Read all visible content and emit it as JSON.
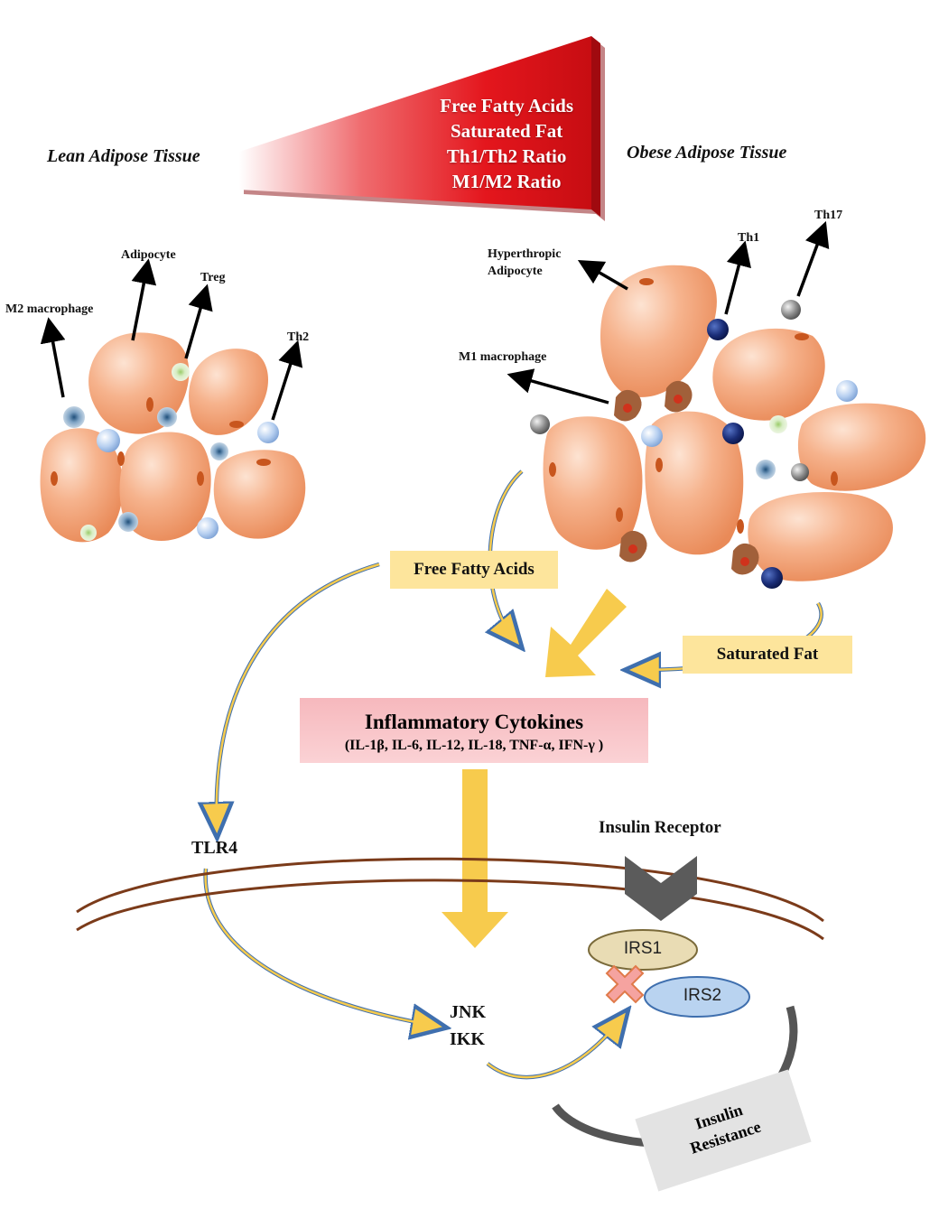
{
  "header": {
    "lean_label": "Lean Adipose Tissue",
    "obese_label": "Obese Adipose Tissue",
    "gradient_lines": [
      "Free Fatty Acids",
      "Saturated Fat",
      "Th1/Th2 Ratio",
      "M1/M2 Ratio"
    ],
    "gradient_color": "#e8141b"
  },
  "lean_cells": {
    "m2_macrophage": "M2 macrophage",
    "adipocyte": "Adipocyte",
    "treg": "Treg",
    "th2": "Th2"
  },
  "obese_cells": {
    "hyperthropic_line1": "Hyperthropic",
    "hyperthropic_line2": "Adipocyte",
    "th1": "Th1",
    "th17": "Th17",
    "m1_macrophage": "M1 macrophage"
  },
  "pathway": {
    "free_fatty_acids": "Free Fatty Acids",
    "saturated_fat": "Saturated Fat",
    "cytokines_title": "Inflammatory Cytokines",
    "cytokines_list": "(IL-1β, IL-6, IL-12, IL-18, TNF-α, IFN-γ )",
    "insulin_receptor": "Insulin Receptor",
    "tlr4": "TLR4",
    "jnk": "JNK",
    "ikk": "IKK",
    "irs1": "IRS1",
    "irs2": "IRS2",
    "resistance_line1": "Insulin",
    "resistance_line2": "Resistance"
  },
  "colors": {
    "adipocyte": "#f4a57a",
    "arrow_yellow": "#f7cb4d",
    "membrane": "#7b3b1a",
    "box_yellow": "#fde59c",
    "box_pink": "#f8c3c7",
    "irs1": "#e9dcb4",
    "irs2": "#b9d3f0"
  }
}
